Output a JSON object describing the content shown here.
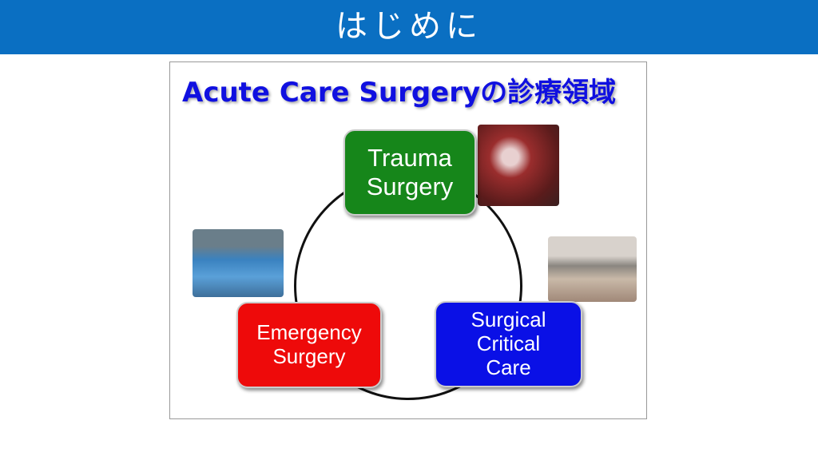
{
  "header": {
    "title": "はじめに"
  },
  "slide": {
    "title": "Acute Care Surgeryの診療領域",
    "domains": [
      {
        "lines": [
          "Trauma",
          "Surgery"
        ],
        "color": "#16861a"
      },
      {
        "lines": [
          "Emergency",
          "Surgery"
        ],
        "color": "#ee0a0a"
      },
      {
        "lines": [
          "Surgical",
          "Critical",
          "Care"
        ],
        "color": "#0a10e6"
      }
    ]
  }
}
